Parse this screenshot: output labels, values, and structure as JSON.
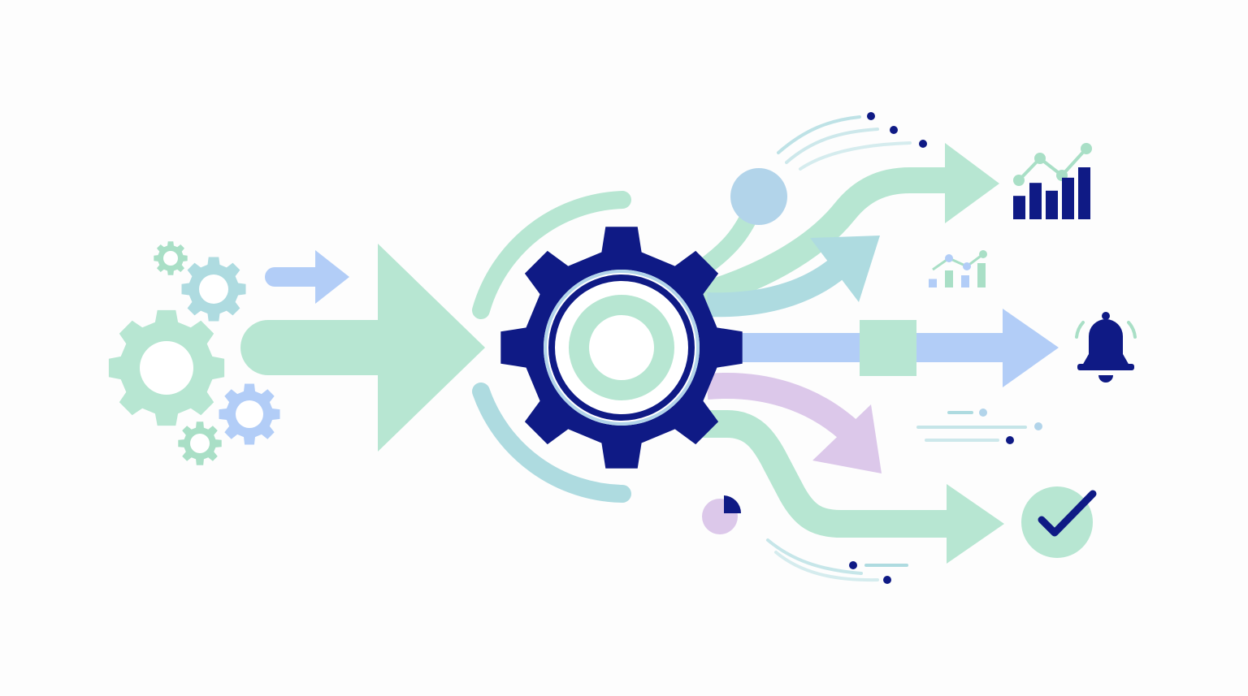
{
  "colors": {
    "navy": "#0f1a85",
    "mint": "#b7e6d2",
    "mint_dark": "#a9dfc6",
    "light_blue": "#b2cdf7",
    "teal": "#aedbe0",
    "sky_dot": "#b2d4ea",
    "lavender": "#dcc8ea",
    "white": "#ffffff",
    "background": "#fdfdfd"
  },
  "icons": {
    "input_gears": [
      "gear-icon",
      "gear-icon",
      "gear-icon",
      "gear-icon",
      "gear-icon"
    ],
    "central": "gear-icon",
    "outputs": [
      "bar-chart-icon",
      "mini-bar-chart-icon",
      "bell-icon",
      "check-circle-icon",
      "pie-chart-icon"
    ]
  },
  "mini_chart": {
    "bars": [
      0.45,
      0.7,
      0.55,
      0.8,
      1.0
    ]
  },
  "small_chart": {
    "bars": [
      0.35,
      0.7,
      0.5,
      1.0
    ]
  }
}
